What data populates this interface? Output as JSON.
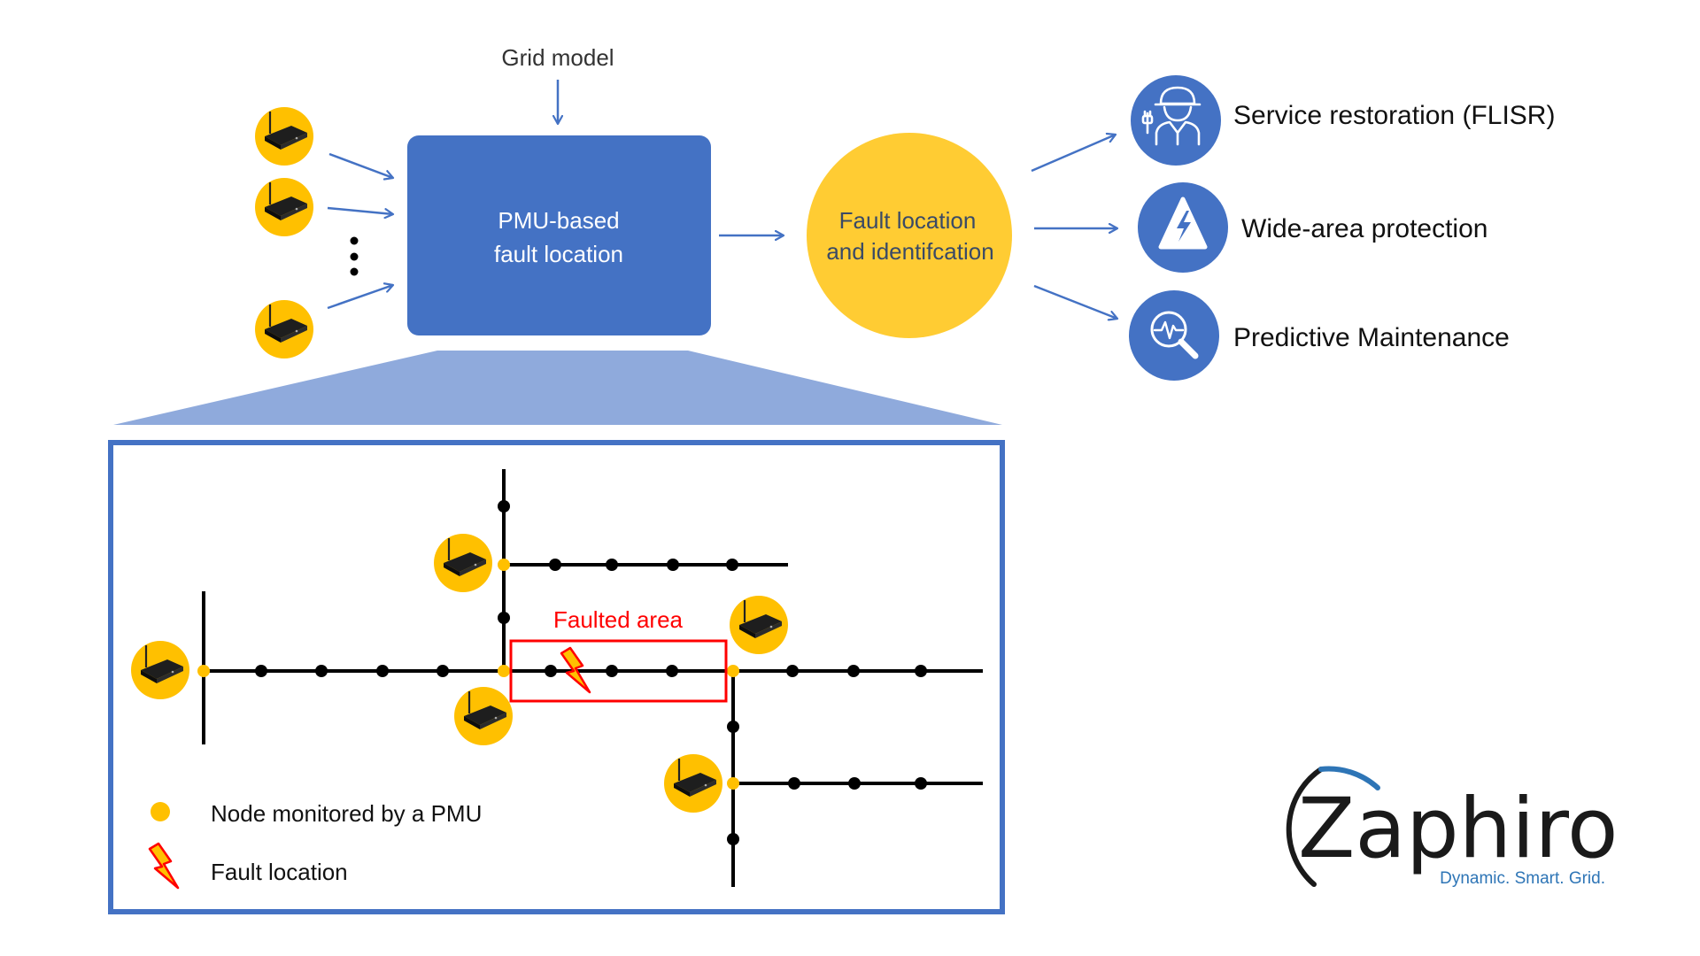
{
  "colors": {
    "box_blue": "#4472C4",
    "arrow_blue": "#4472C4",
    "circle_yellow": "#FFCC33",
    "pmu_yellow": "#FFC000",
    "fault_red": "#FF0000",
    "line_black": "#000000",
    "zoom_fill": "#8FAADC",
    "logo_dark": "#1A1A1A",
    "tagline_blue": "#2E75B6"
  },
  "top": {
    "grid_model_label": "Grid model",
    "pmu_box_line1": "PMU-based",
    "pmu_box_line2": "fault location",
    "fault_circle_line1": "Fault location",
    "fault_circle_line2": "and identifcation"
  },
  "outcomes": [
    {
      "label": "Service restoration (FLISR)",
      "icon": "engineer-icon"
    },
    {
      "label": "Wide-area protection",
      "icon": "high-voltage-warning-icon"
    },
    {
      "label": "Predictive Maintenance",
      "icon": "magnifier-waveform-icon"
    }
  ],
  "detail": {
    "faulted_area_label": "Faulted area",
    "legend": [
      {
        "label": "Node monitored by a PMU",
        "icon": "pmu-node-dot-icon"
      },
      {
        "label": "Fault location",
        "icon": "lightning-bolt-icon"
      }
    ]
  },
  "logo": {
    "name": "Zaphiro",
    "tagline": "Dynamic. Smart. Grid."
  }
}
